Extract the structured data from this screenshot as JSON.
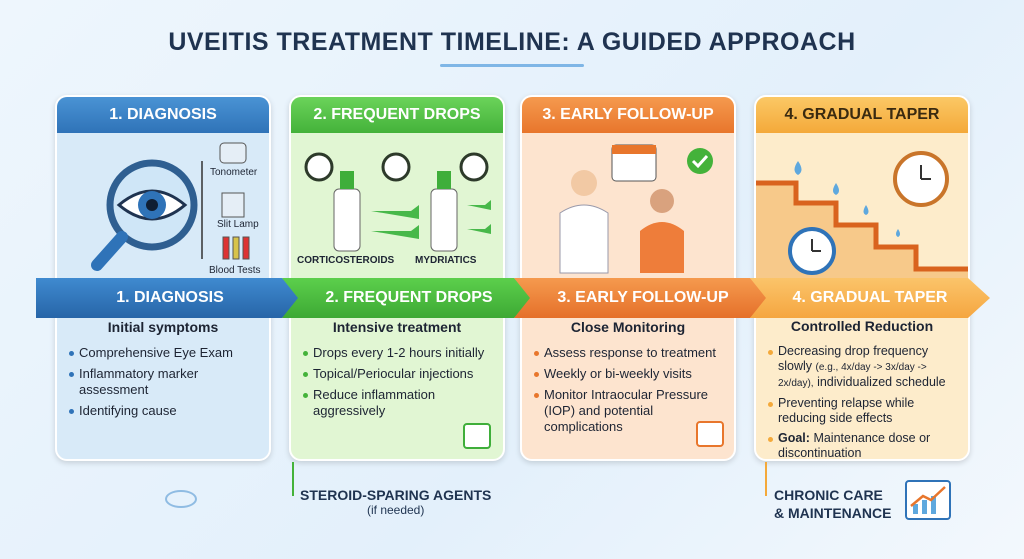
{
  "title": "UVEITIS TREATMENT TIMELINE: A GUIDED APPROACH",
  "stages": [
    {
      "header": "1. DIAGNOSIS",
      "band": "1. DIAGNOSIS",
      "subtitle": "Initial symptoms",
      "bullets": [
        "Comprehensive Eye Exam",
        "Inflammatory marker assessment",
        "Identifying cause"
      ],
      "tools": [
        "Tonometer",
        "Slit Lamp",
        "Blood Tests"
      ]
    },
    {
      "header": "2. FREQUENT DROPS",
      "band": "2. FREQUENT DROPS",
      "subtitle": "Intensive treatment",
      "bullets": [
        "Drops every 1-2 hours initially",
        "Topical/Periocular injections",
        "Reduce inflammation aggressively"
      ],
      "drugs": [
        "CORTICOSTEROIDS",
        "MYDRIATICS"
      ]
    },
    {
      "header": "3. EARLY FOLLOW-UP",
      "band": "3. EARLY FOLLOW-UP",
      "subtitle": "Close Monitoring",
      "bullets": [
        "Assess response to treatment",
        "Weekly or bi-weekly visits",
        "Monitor Intraocular Pressure (IOP) and potential complications"
      ]
    },
    {
      "header": "4. GRADUAL TAPER",
      "band": "4. GRADUAL TAPER",
      "subtitle": "Controlled Reduction",
      "bullet1_main": "Decreasing drop frequency slowly",
      "bullet1_example": "(e.g., 4x/day -> 3x/day -> 2x/day),",
      "bullet1_end": "individualized schedule",
      "bullet2": "Preventing relapse while reducing side effects",
      "goal_label": "Goal:",
      "goal_text": "Maintenance dose or discontinuation"
    }
  ],
  "notes": {
    "steroid_title": "STEROID-SPARING AGENTS",
    "steroid_sub": "(if needed)",
    "chronic_line1": "CHRONIC CARE",
    "chronic_line2": "& MAINTENANCE"
  },
  "colors": {
    "blue": "#2f73b8",
    "green": "#44b23a",
    "orange": "#e8762c",
    "amber": "#f4a93a"
  }
}
